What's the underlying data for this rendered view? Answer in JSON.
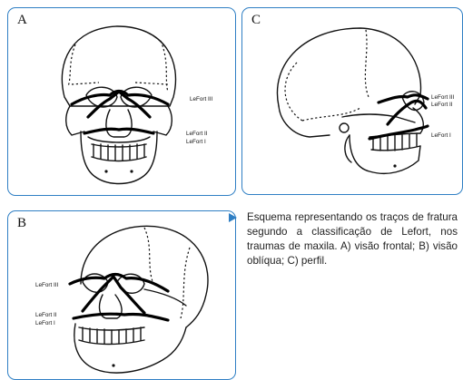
{
  "panels": {
    "a": {
      "letter": "A",
      "labels": {
        "lefort3": "LeFort III",
        "lefort2": "LeFort II",
        "lefort1": "LeFort I"
      }
    },
    "c": {
      "letter": "C",
      "labels": {
        "lefort3": "LeFort III",
        "lefort2": "LeFort II",
        "lefort1": "LeFort I"
      }
    },
    "b": {
      "letter": "B",
      "labels": {
        "lefort3": "LeFort III",
        "lefort2": "LeFort II",
        "lefort1": "LeFort I"
      }
    }
  },
  "caption": {
    "text": "Esquema representando os traços de fratura segundo a classificação de Lefort, nos traumas de maxila. A) visão frontal; B) visão oblíqua; C) perfil."
  },
  "colors": {
    "frame": "#2f7fc4",
    "ink": "#111111"
  }
}
